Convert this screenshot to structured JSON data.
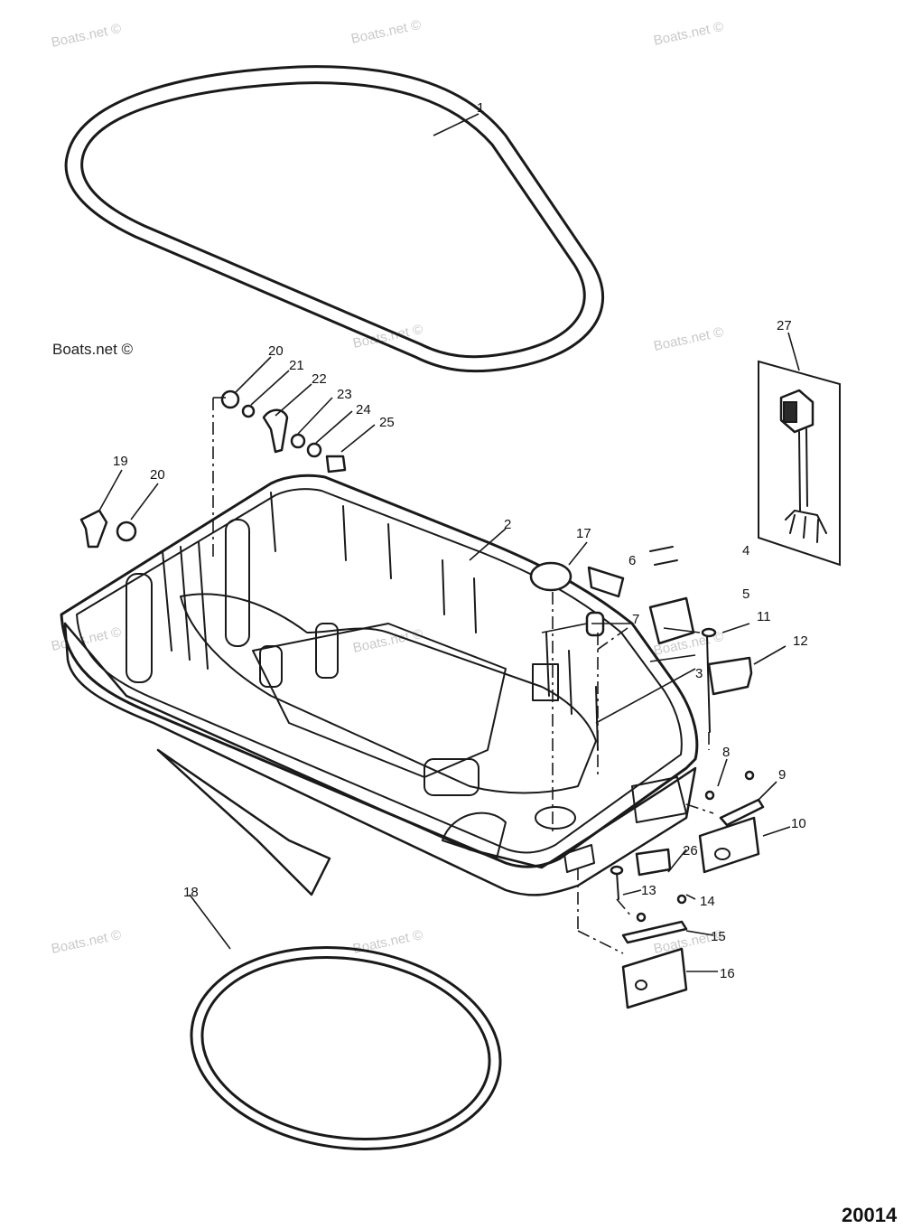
{
  "figure_number": "20014",
  "watermarks": [
    "Boats.net ©",
    "Boats.net ©",
    "Boats.net ©",
    "Boats.net ©",
    "Boats.net ©",
    "Boats.net ©",
    "Boats.net ©",
    "Boats.net ©",
    "Boats.net ©",
    "Boats.net ©",
    "Boats.net ©",
    "Boats.net ©"
  ],
  "callouts": [
    "1",
    "2",
    "3",
    "4",
    "5",
    "6",
    "7",
    "8",
    "9",
    "10",
    "11",
    "12",
    "13",
    "14",
    "15",
    "16",
    "17",
    "18",
    "19",
    "20",
    "20",
    "21",
    "22",
    "23",
    "24",
    "25",
    "26",
    "27"
  ]
}
